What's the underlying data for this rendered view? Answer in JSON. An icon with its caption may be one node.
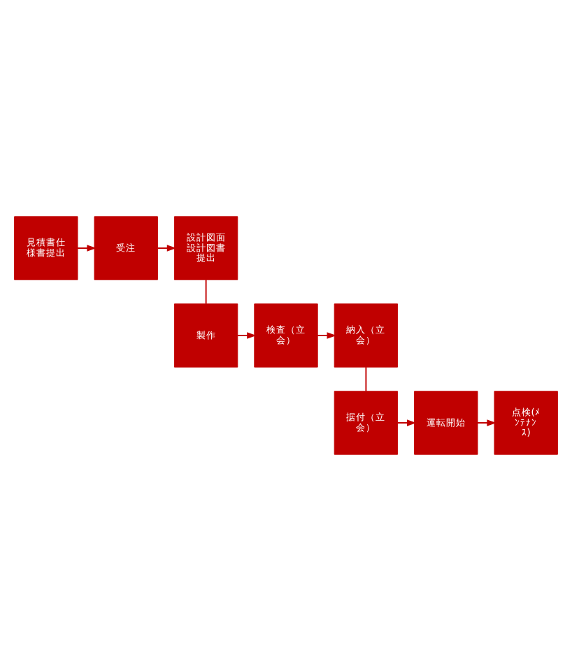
{
  "diagram": {
    "nodes": [
      {
        "text": [
          "見積書仕様書提出"
        ]
      },
      {
        "text": [
          "受注"
        ]
      },
      {
        "text": [
          "設計図面設計図書提出"
        ]
      },
      {
        "text": [
          "製作"
        ]
      },
      {
        "text": [
          "検査（立会）"
        ]
      },
      {
        "text": [
          "納入（立会）"
        ]
      },
      {
        "text": [
          "据付（立会）"
        ]
      },
      {
        "text": [
          "運転開始"
        ]
      },
      {
        "text": [
          "点検(ﾒﾝﾃﾅﾝｽ)"
        ]
      }
    ],
    "edges": [
      {
        "from": 0,
        "to": 1,
        "arrow": "to"
      },
      {
        "from": 1,
        "to": 2,
        "arrow": "to"
      },
      {
        "from": 2,
        "to": 3,
        "arrow": "none"
      },
      {
        "from": 3,
        "to": 4,
        "arrow": "to"
      },
      {
        "from": 4,
        "to": 5,
        "arrow": "to"
      },
      {
        "from": 5,
        "to": 6,
        "arrow": "none"
      },
      {
        "from": 6,
        "to": 7,
        "arrow": "to"
      },
      {
        "from": 7,
        "to": 8,
        "arrow": "to"
      }
    ]
  }
}
